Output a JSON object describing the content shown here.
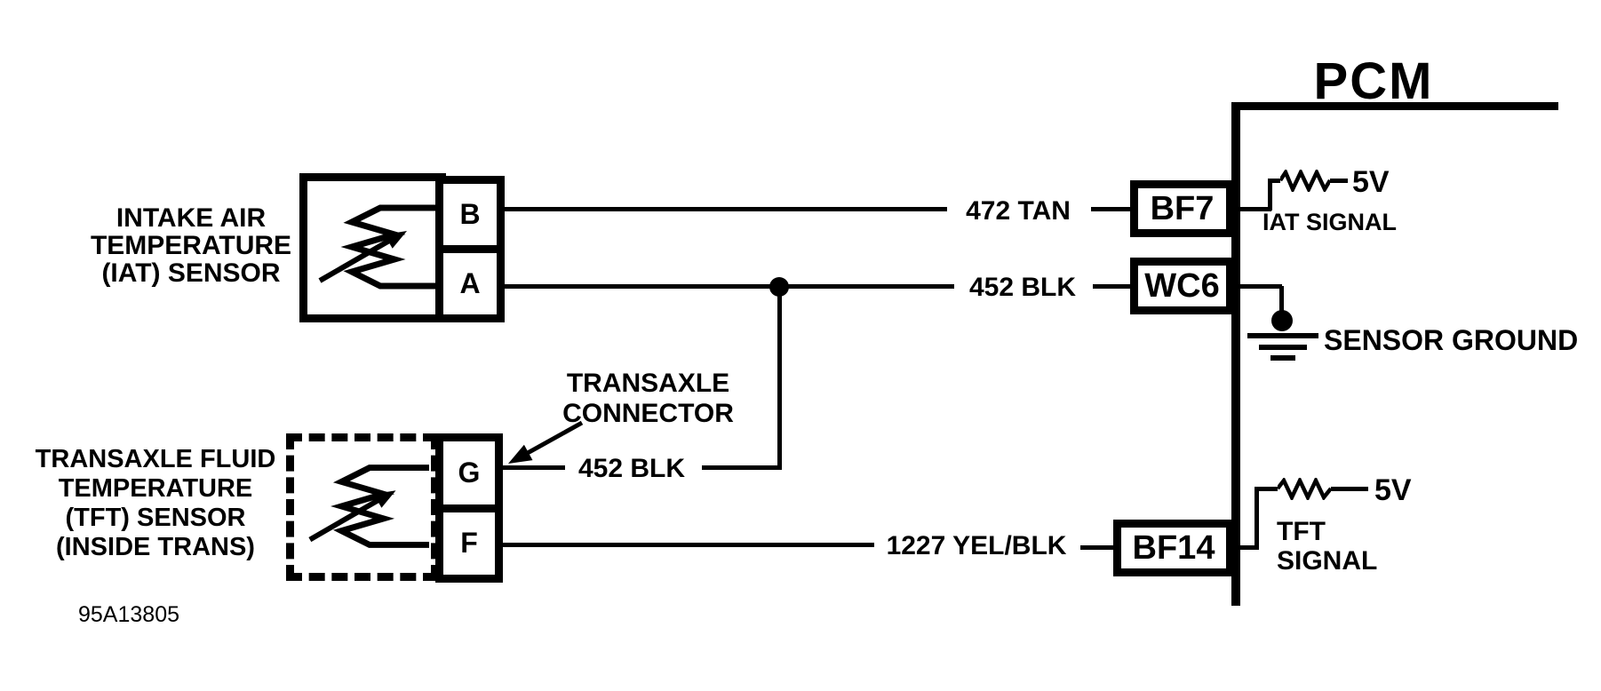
{
  "diagram": {
    "pcm": {
      "title": "PCM",
      "pins": {
        "iat": "BF7",
        "ground": "WC6",
        "tft": "BF14"
      },
      "labels": {
        "iat_signal": "IAT SIGNAL",
        "sensor_ground": "SENSOR GROUND",
        "tft_signal_line1": "TFT",
        "tft_signal_line2": "SIGNAL",
        "pullup_top": "5V",
        "pullup_bottom": "5V"
      }
    },
    "iat_sensor": {
      "label_line1": "INTAKE AIR",
      "label_line2": "TEMPERATURE",
      "label_line3": "(IAT) SENSOR",
      "pin_top": "B",
      "pin_bottom": "A"
    },
    "tft_sensor": {
      "label_line1": "TRANSAXLE FLUID",
      "label_line2": "TEMPERATURE",
      "label_line3": "(TFT) SENSOR",
      "label_line4": "(INSIDE TRANS)",
      "pin_top": "G",
      "pin_bottom": "F"
    },
    "connector": {
      "label_line1": "TRANSAXLE",
      "label_line2": "CONNECTOR"
    },
    "wires": {
      "iat_signal": "472 TAN",
      "sensor_ground": "452 BLK",
      "tft_ground_branch": "452 BLK",
      "tft_signal": "1227 YEL/BLK"
    },
    "figure_id": "95A13805",
    "colors": {
      "ink": "#000000",
      "paper": "#ffffff"
    }
  }
}
